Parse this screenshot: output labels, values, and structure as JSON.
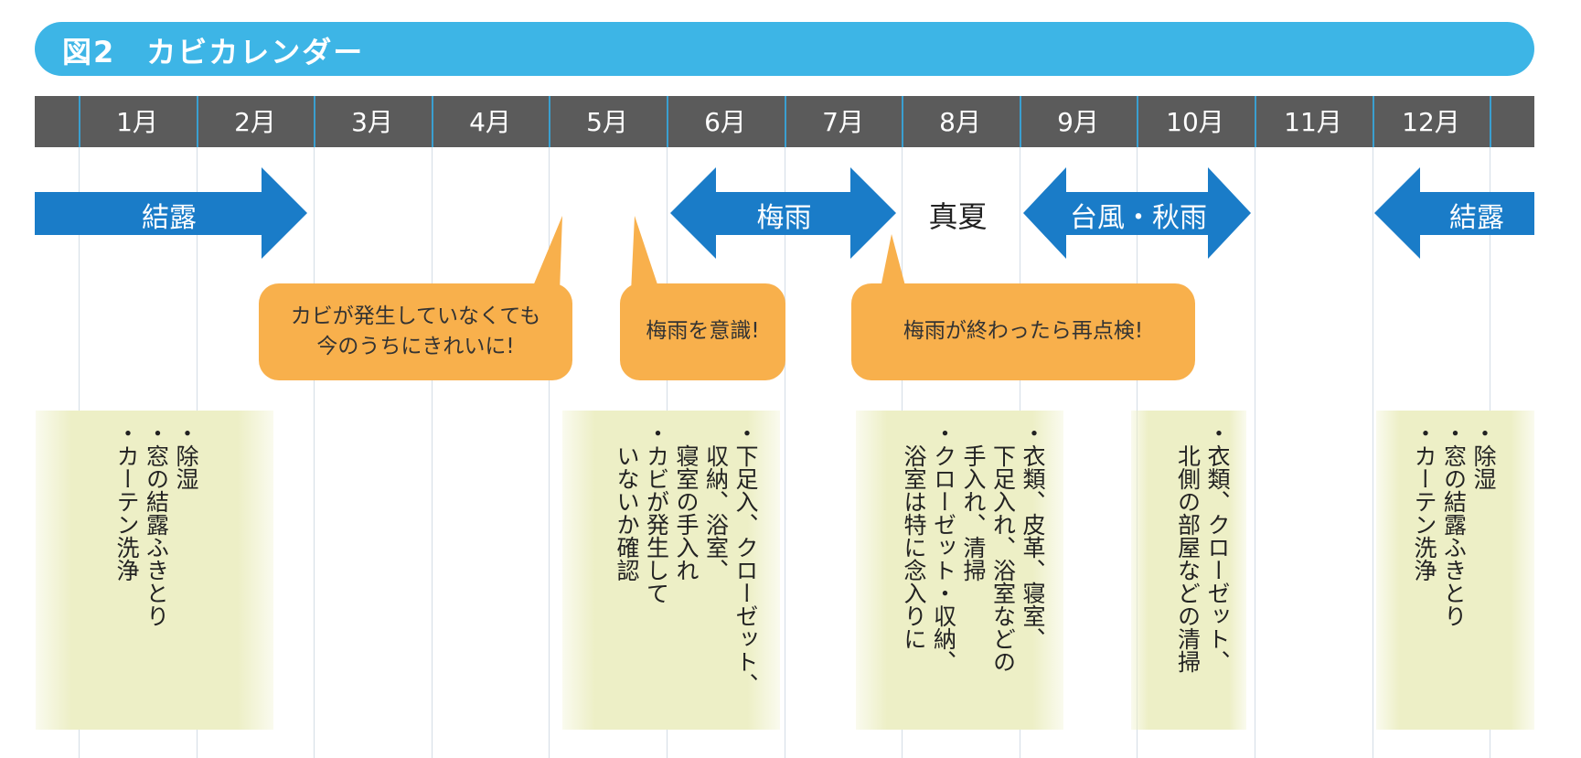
{
  "title": "図2　カビカレンダー",
  "months": [
    "1月",
    "2月",
    "3月",
    "4月",
    "5月",
    "6月",
    "7月",
    "8月",
    "9月",
    "10月",
    "11月",
    "12月"
  ],
  "arrows": {
    "winter_start": "結露",
    "rainy_season": "梅雨",
    "midsummer": "真夏",
    "typhoon_autumn_rain": "台風・秋雨",
    "winter_end": "結露"
  },
  "bubbles": [
    {
      "lines": [
        "カビが発生していなくても",
        "今のうちにきれいに!"
      ]
    },
    {
      "lines": [
        "梅雨を意識!"
      ]
    },
    {
      "lines": [
        "梅雨が終わったら再点検!"
      ]
    }
  ],
  "tasks": [
    {
      "lines": [
        {
          "t": "・除湿",
          "c": false
        },
        {
          "t": "・窓の結露ふきとり",
          "c": false
        },
        {
          "t": "・カーテン洗浄",
          "c": false
        }
      ]
    },
    {
      "lines": [
        {
          "t": "・下足入、クローゼット、",
          "c": false
        },
        {
          "t": "収納、浴室、",
          "c": true
        },
        {
          "t": "寝室の手入れ",
          "c": true
        },
        {
          "t": "・カビが発生して",
          "c": false
        },
        {
          "t": "いないか確認",
          "c": true
        }
      ]
    },
    {
      "lines": [
        {
          "t": "・衣類、皮革、寝室、",
          "c": false
        },
        {
          "t": "下足入れ、浴室などの",
          "c": true
        },
        {
          "t": "手入れ、清掃",
          "c": true
        },
        {
          "t": "・クローゼット・収納、",
          "c": false
        },
        {
          "t": "浴室は特に念入りに",
          "c": true
        }
      ]
    },
    {
      "lines": [
        {
          "t": "・衣類、クローゼット、",
          "c": false
        },
        {
          "t": "北側の部屋などの清掃",
          "c": true
        }
      ]
    },
    {
      "lines": [
        {
          "t": "・除湿",
          "c": false
        },
        {
          "t": "・窓の結露ふきとり",
          "c": false
        },
        {
          "t": "・カーテン洗浄",
          "c": false
        }
      ]
    }
  ],
  "colors": {
    "title": "#3db5e6",
    "arrow": "#1a7cc8",
    "bubble": "#f8b04c",
    "box": "#edefc6",
    "monthbar": "#5b5b5b"
  }
}
